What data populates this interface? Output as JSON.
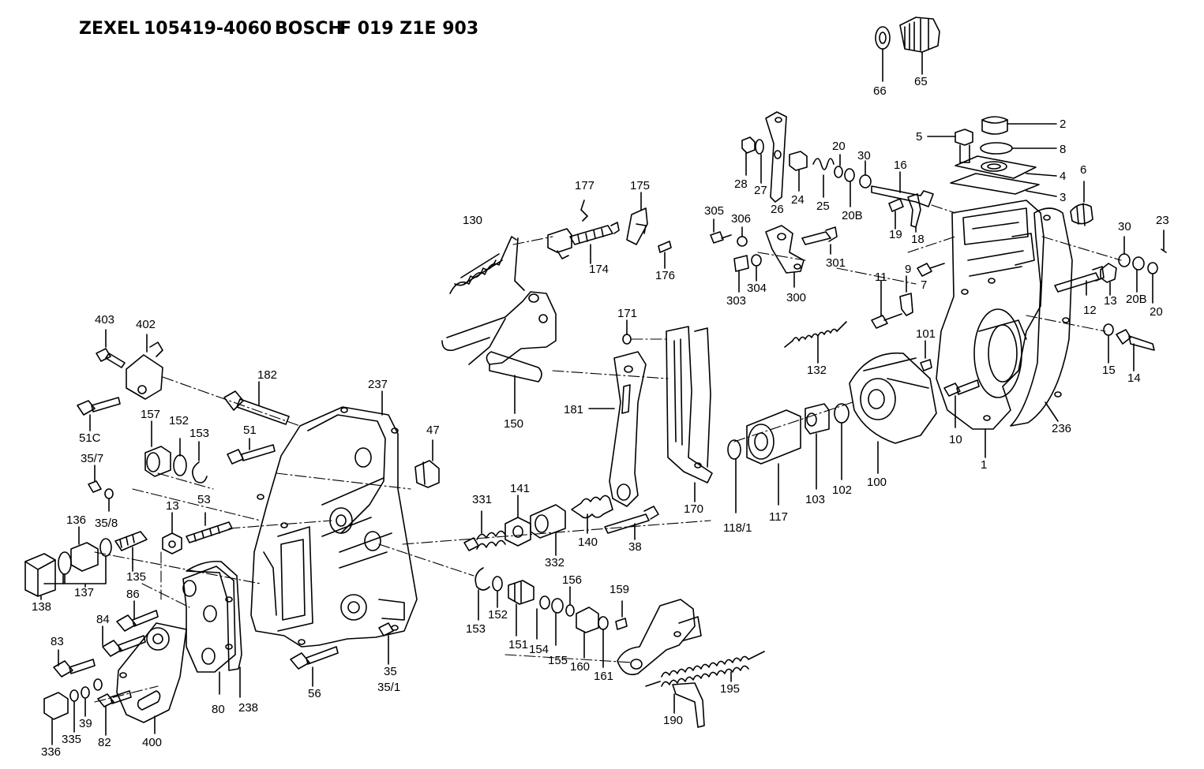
{
  "header": {
    "zexel_brand": "ZEXEL",
    "zexel_number": "105419-4060",
    "bosch_brand": "BOSCH",
    "bosch_number": "F 019 Z1E 903"
  },
  "part_labels": [
    {
      "id": "p66",
      "text": "66"
    },
    {
      "id": "p65",
      "text": "65"
    },
    {
      "id": "p2",
      "text": "2"
    },
    {
      "id": "p5",
      "text": "5"
    },
    {
      "id": "p8",
      "text": "8"
    },
    {
      "id": "p4",
      "text": "4"
    },
    {
      "id": "p3",
      "text": "3"
    },
    {
      "id": "p6",
      "text": "6"
    },
    {
      "id": "p23",
      "text": "23"
    },
    {
      "id": "p28",
      "text": "28"
    },
    {
      "id": "p27",
      "text": "27"
    },
    {
      "id": "p26",
      "text": "26"
    },
    {
      "id": "p24",
      "text": "24"
    },
    {
      "id": "p25",
      "text": "25"
    },
    {
      "id": "p20a",
      "text": "20"
    },
    {
      "id": "p20b_top",
      "text": "20B"
    },
    {
      "id": "p30a",
      "text": "30"
    },
    {
      "id": "p16",
      "text": "16"
    },
    {
      "id": "p19",
      "text": "19"
    },
    {
      "id": "p18",
      "text": "18"
    },
    {
      "id": "p177",
      "text": "177"
    },
    {
      "id": "p175",
      "text": "175"
    },
    {
      "id": "p174",
      "text": "174"
    },
    {
      "id": "p176",
      "text": "176"
    },
    {
      "id": "p130",
      "text": "130"
    },
    {
      "id": "p305",
      "text": "305"
    },
    {
      "id": "p306",
      "text": "306"
    },
    {
      "id": "p301",
      "text": "301"
    },
    {
      "id": "p303",
      "text": "303"
    },
    {
      "id": "p304",
      "text": "304"
    },
    {
      "id": "p300",
      "text": "300"
    },
    {
      "id": "p9",
      "text": "9"
    },
    {
      "id": "p11",
      "text": "11"
    },
    {
      "id": "p7",
      "text": "7"
    },
    {
      "id": "p30b",
      "text": "30"
    },
    {
      "id": "p12",
      "text": "12"
    },
    {
      "id": "p13a",
      "text": "13"
    },
    {
      "id": "p20b_right",
      "text": "20B"
    },
    {
      "id": "p20c",
      "text": "20"
    },
    {
      "id": "p15",
      "text": "15"
    },
    {
      "id": "p14",
      "text": "14"
    },
    {
      "id": "p403",
      "text": "403"
    },
    {
      "id": "p402",
      "text": "402"
    },
    {
      "id": "p171",
      "text": "171"
    },
    {
      "id": "p101",
      "text": "101"
    },
    {
      "id": "p132",
      "text": "132"
    },
    {
      "id": "p182",
      "text": "182"
    },
    {
      "id": "p237",
      "text": "237"
    },
    {
      "id": "p181",
      "text": "181"
    },
    {
      "id": "p150",
      "text": "150"
    },
    {
      "id": "p51c",
      "text": "51C"
    },
    {
      "id": "p157",
      "text": "157"
    },
    {
      "id": "p152a",
      "text": "152"
    },
    {
      "id": "p153a",
      "text": "153"
    },
    {
      "id": "p51",
      "text": "51"
    },
    {
      "id": "p47",
      "text": "47"
    },
    {
      "id": "p10",
      "text": "10"
    },
    {
      "id": "p1",
      "text": "1"
    },
    {
      "id": "p236",
      "text": "236"
    },
    {
      "id": "p35_7",
      "text": "35/7"
    },
    {
      "id": "p35_8",
      "text": "35/8"
    },
    {
      "id": "p53",
      "text": "53"
    },
    {
      "id": "p13b",
      "text": "13"
    },
    {
      "id": "p136",
      "text": "136"
    },
    {
      "id": "p135",
      "text": "135"
    },
    {
      "id": "p137",
      "text": "137"
    },
    {
      "id": "p138",
      "text": "138"
    },
    {
      "id": "p331",
      "text": "331"
    },
    {
      "id": "p141",
      "text": "141"
    },
    {
      "id": "p332",
      "text": "332"
    },
    {
      "id": "p140",
      "text": "140"
    },
    {
      "id": "p38",
      "text": "38"
    },
    {
      "id": "p170",
      "text": "170"
    },
    {
      "id": "p118_1",
      "text": "118/1"
    },
    {
      "id": "p117",
      "text": "117"
    },
    {
      "id": "p103",
      "text": "103"
    },
    {
      "id": "p102",
      "text": "102"
    },
    {
      "id": "p100",
      "text": "100"
    },
    {
      "id": "p86",
      "text": "86"
    },
    {
      "id": "p84",
      "text": "84"
    },
    {
      "id": "p83",
      "text": "83"
    },
    {
      "id": "p336",
      "text": "336"
    },
    {
      "id": "p335",
      "text": "335"
    },
    {
      "id": "p39",
      "text": "39"
    },
    {
      "id": "p82",
      "text": "82"
    },
    {
      "id": "p400",
      "text": "400"
    },
    {
      "id": "p80",
      "text": "80"
    },
    {
      "id": "p238",
      "text": "238"
    },
    {
      "id": "p56",
      "text": "56"
    },
    {
      "id": "p35",
      "text": "35"
    },
    {
      "id": "p35_1",
      "text": "35/1"
    },
    {
      "id": "p153b",
      "text": "153"
    },
    {
      "id": "p152b",
      "text": "152"
    },
    {
      "id": "p151",
      "text": "151"
    },
    {
      "id": "p154",
      "text": "154"
    },
    {
      "id": "p155",
      "text": "155"
    },
    {
      "id": "p156",
      "text": "156"
    },
    {
      "id": "p160",
      "text": "160"
    },
    {
      "id": "p161",
      "text": "161"
    },
    {
      "id": "p159",
      "text": "159"
    },
    {
      "id": "p190",
      "text": "190"
    },
    {
      "id": "p195",
      "text": "195"
    }
  ]
}
